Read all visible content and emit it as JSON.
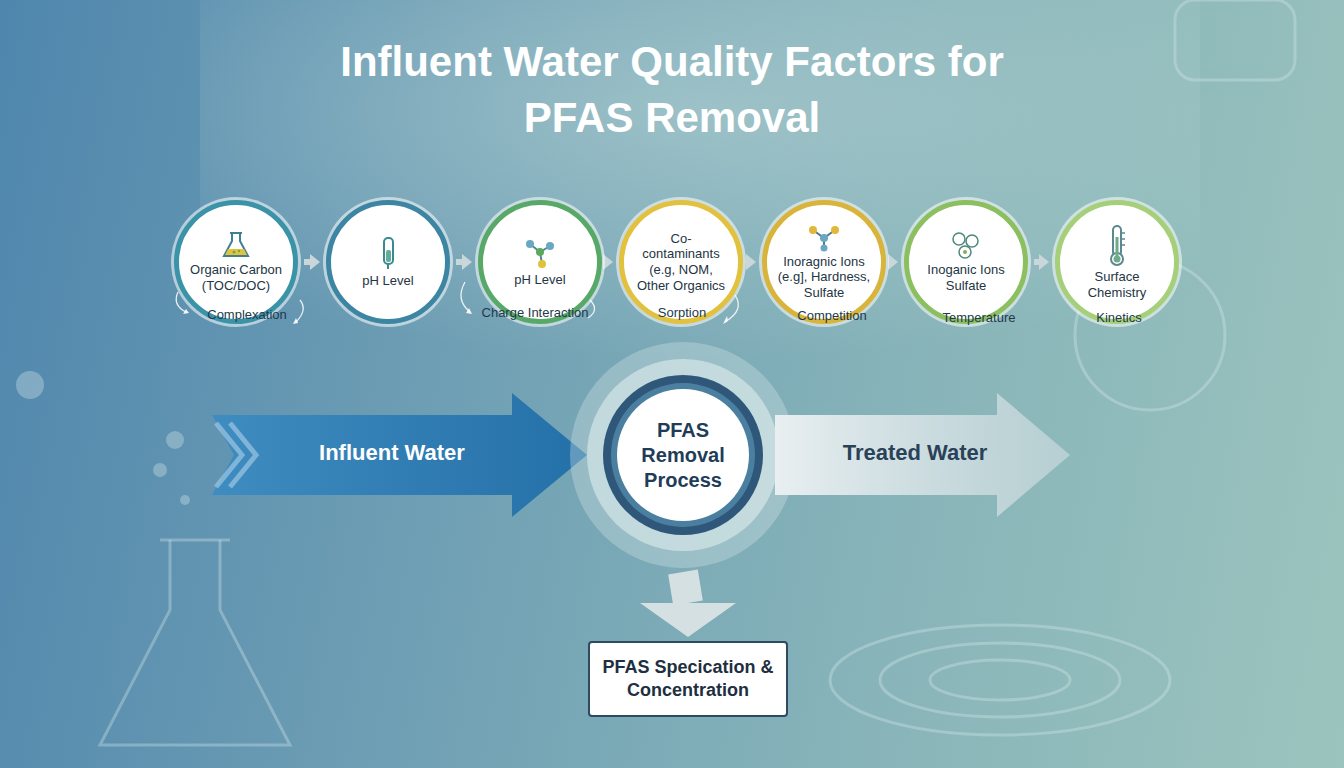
{
  "diagram": {
    "title": "Influent Water Quality Factors for PFAS Removal",
    "nodes": [
      {
        "text": [
          "Organic Carbon (TOC/DOC)"
        ]
      },
      {
        "text": [
          "pH Level"
        ]
      },
      {
        "text": [
          "pH Level"
        ]
      },
      {
        "text": [
          "Co-contaminants (e.g, NOM, Other Organics"
        ]
      },
      {
        "text": [
          "Inoragnic Ions (e.g], Hardness, Sulfate"
        ]
      },
      {
        "text": [
          "Inoganic Ions Sulfate"
        ]
      },
      {
        "text": [
          "Surface Chemistry"
        ]
      },
      {
        "text": [
          "Influent Water"
        ]
      },
      {
        "text": [
          "PFAS Removal Process"
        ]
      },
      {
        "text": [
          "Treated Water"
        ]
      },
      {
        "text": [
          "PFAS Specication & Concentration"
        ]
      }
    ],
    "edges": [
      {
        "from": 0,
        "to": 1,
        "arrow": "to"
      },
      {
        "from": 1,
        "to": 2,
        "arrow": "to"
      },
      {
        "from": 2,
        "to": 3,
        "arrow": "to"
      },
      {
        "from": 3,
        "to": 4,
        "arrow": "to"
      },
      {
        "from": 4,
        "to": 5,
        "arrow": "to"
      },
      {
        "from": 5,
        "to": 6,
        "arrow": "to"
      },
      {
        "from": 8,
        "to": 10,
        "arrow": "to"
      }
    ],
    "labels": [
      "Complexation",
      "Charge Interaction",
      "Sorption",
      "Competition",
      "Temperature",
      "Kinetics"
    ]
  }
}
